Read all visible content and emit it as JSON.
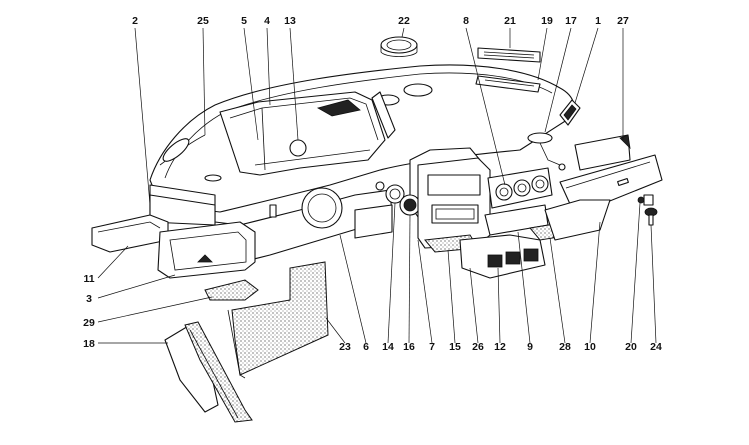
{
  "labels": {
    "l1": "1",
    "l2": "2",
    "l3": "3",
    "l4": "4",
    "l5": "5",
    "l6": "6",
    "l7": "7",
    "l8": "8",
    "l9": "9",
    "l10": "10",
    "l11": "11",
    "l12": "12",
    "l13": "13",
    "l14": "14",
    "l15": "15",
    "l16": "16",
    "l17": "17",
    "l18": "18",
    "l19": "19",
    "l20": "20",
    "l21": "21",
    "l22": "22",
    "l23": "23",
    "l24": "24",
    "l25": "25",
    "l26": "26",
    "l27": "27",
    "l28": "28",
    "l29": "29"
  }
}
